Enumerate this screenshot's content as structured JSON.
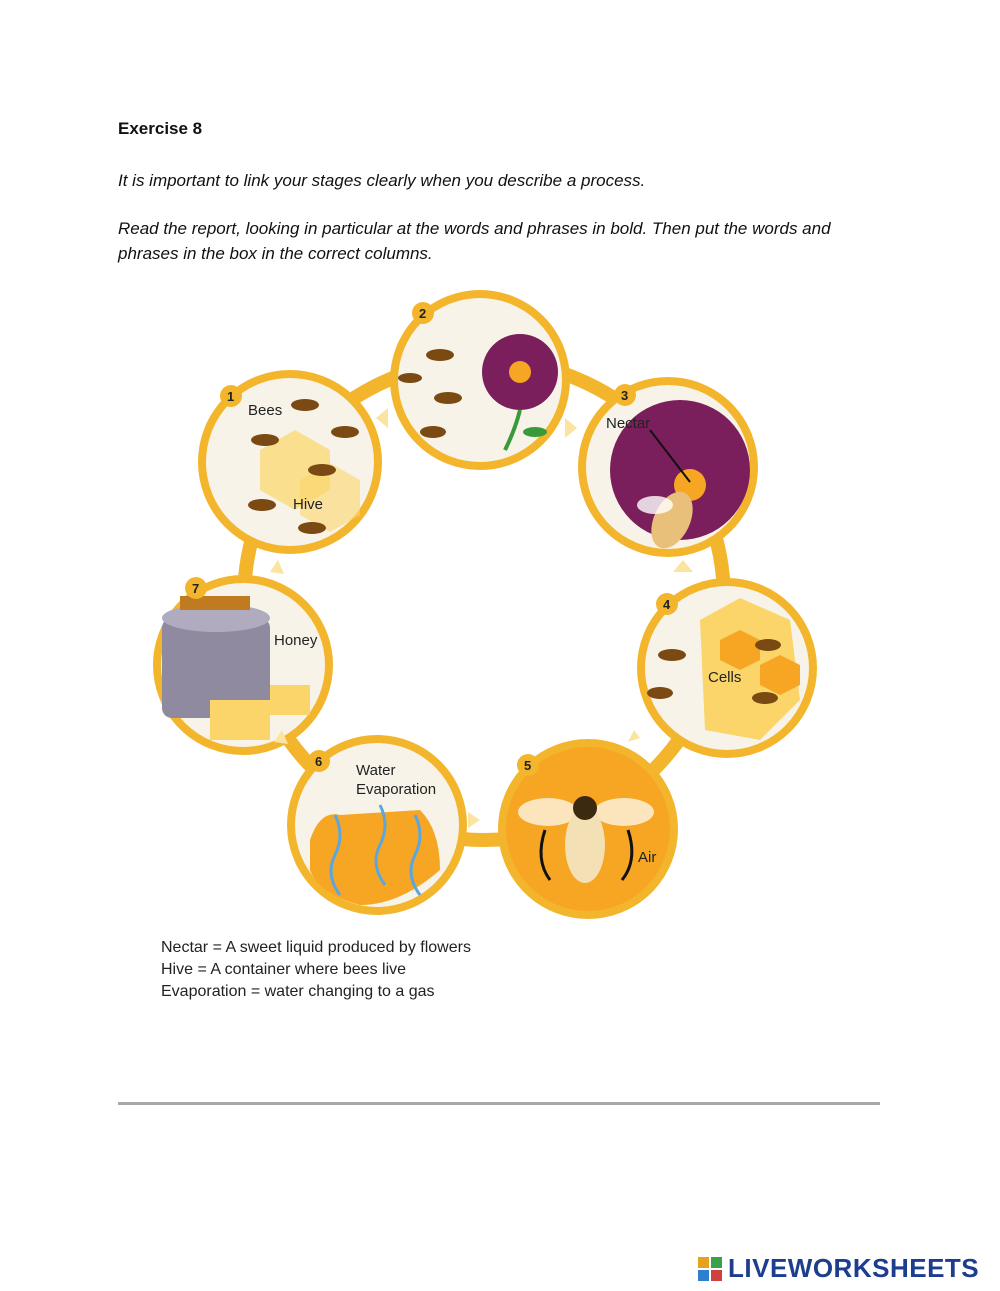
{
  "header": {
    "title": "Exercise 8"
  },
  "instructions": [
    "It is important to link your stages clearly when you describe a process.",
    "Read the report, looking in particular at the words and phrases in bold. Then put the words and phrases in the box in the correct columns."
  ],
  "diagram": {
    "stages": [
      {
        "number": "1",
        "labels": [
          "Bees",
          "Hive"
        ]
      },
      {
        "number": "2",
        "labels": []
      },
      {
        "number": "3",
        "labels": [
          "Nectar"
        ]
      },
      {
        "number": "4",
        "labels": [
          "Cells"
        ]
      },
      {
        "number": "5",
        "labels": [
          "Air"
        ]
      },
      {
        "number": "6",
        "labels": [
          "Water",
          "Evaporation"
        ]
      },
      {
        "number": "7",
        "labels": [
          "Honey"
        ]
      }
    ]
  },
  "glossary": [
    "Nectar = A sweet liquid produced by flowers",
    "Hive = A container where bees live",
    "Evaporation = water changing to a gas"
  ],
  "footer": {
    "brand": "LIVEWORKSHEETS"
  },
  "colors": {
    "ring": "#f3b52c",
    "ringLight": "#fbd56a",
    "honey": "#f6a623",
    "flower": "#7a1f5c",
    "brand": "#1d3d8f"
  }
}
